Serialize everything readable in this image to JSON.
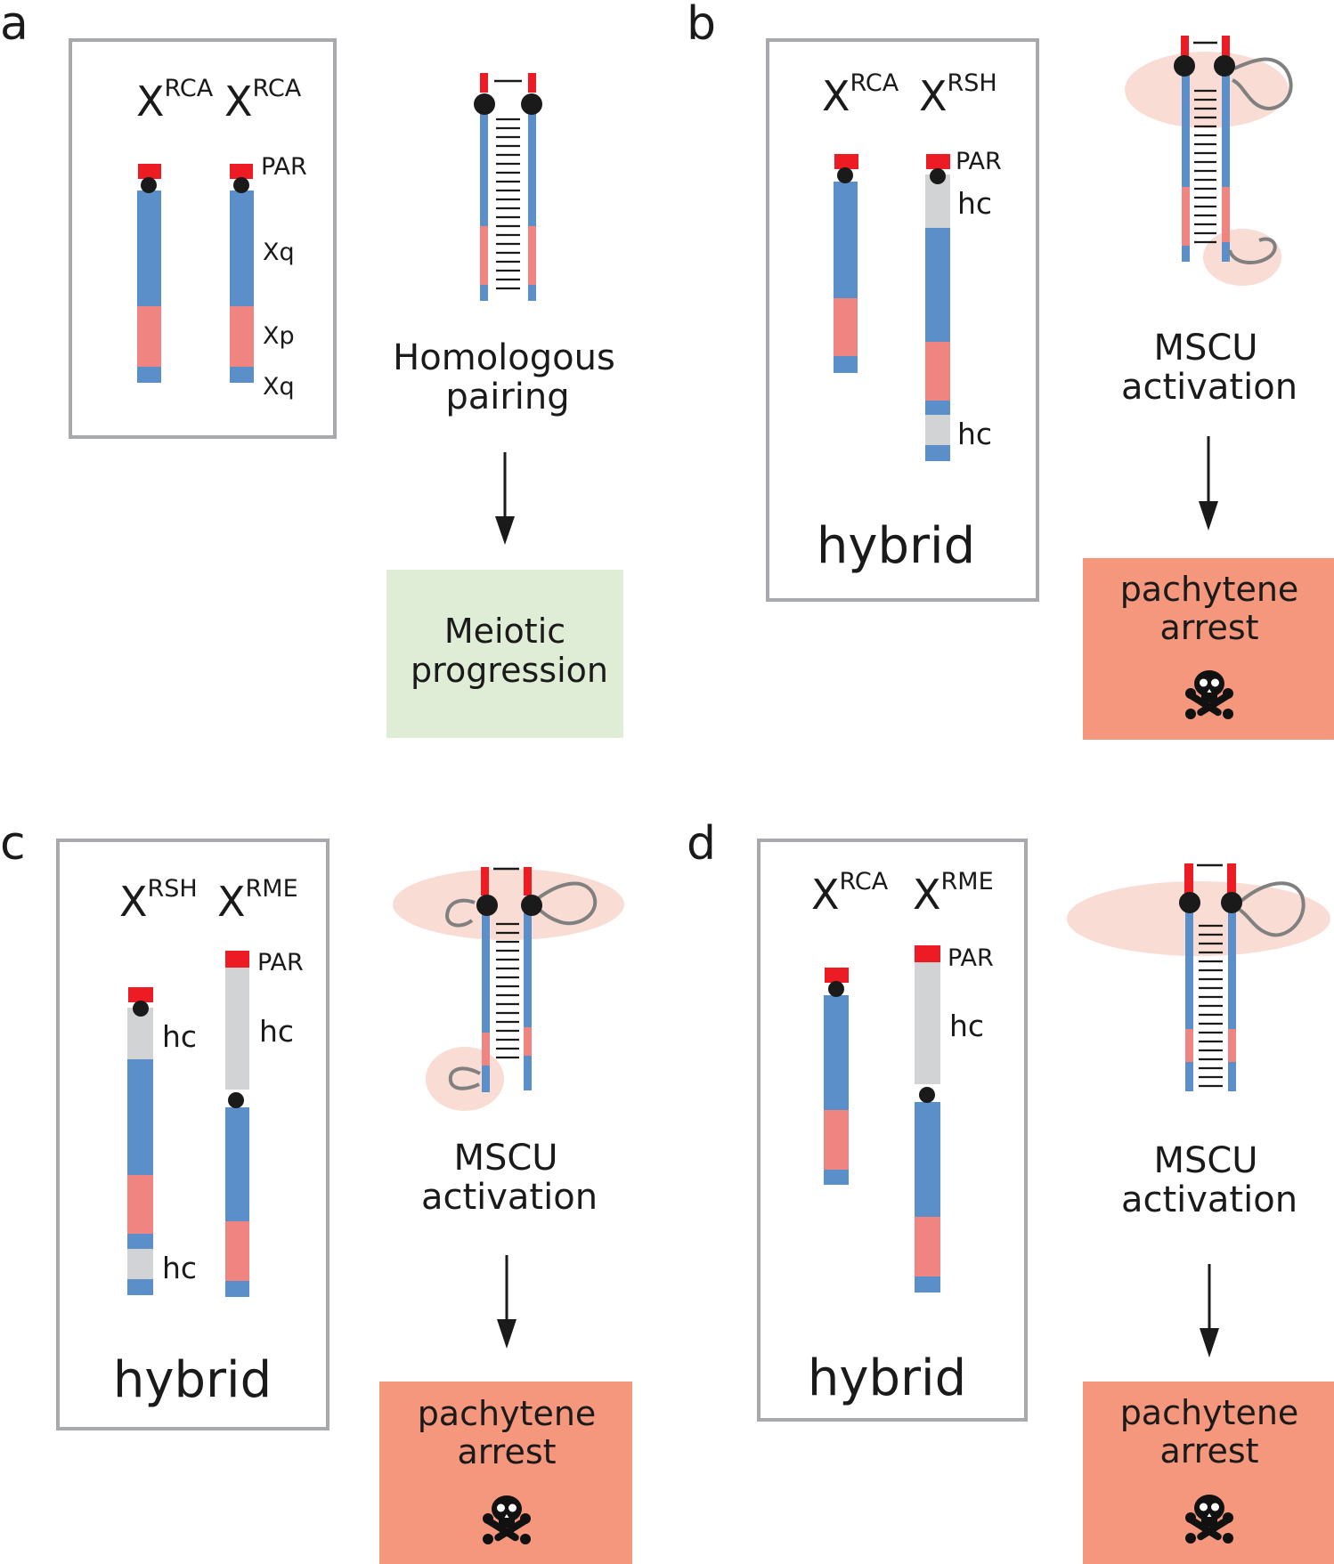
{
  "colors": {
    "blue": "#5b8fca",
    "pink": "#f08480",
    "red": "#ed1c24",
    "gray": "#d1d3d4",
    "halo": "#f9dcd4",
    "loop": "#808080",
    "box_stroke": "#a7a9ac",
    "progression_fill": "#dfedd6",
    "arrest_fill": "#f4977c"
  },
  "icons": {
    "arrest": "skull-crossbones-icon"
  },
  "panels": [
    {
      "letter": "a",
      "chromosomes": [
        {
          "base": "X",
          "sup": "RCA"
        },
        {
          "base": "X",
          "sup": "RCA"
        }
      ],
      "segment_labels": [
        "PAR",
        "Xq",
        "Xp",
        "Xq"
      ],
      "hybrid_label": "",
      "caption": [
        "Homologous",
        "pairing"
      ],
      "outcome": [
        "Meiotic",
        "progression"
      ]
    },
    {
      "letter": "b",
      "chromosomes": [
        {
          "base": "X",
          "sup": "RCA"
        },
        {
          "base": "X",
          "sup": "RSH"
        }
      ],
      "segment_labels": [
        "PAR",
        "hc",
        "hc"
      ],
      "hybrid_label": "hybrid",
      "caption": [
        "MSCU",
        "activation"
      ],
      "outcome": [
        "pachytene",
        "arrest"
      ]
    },
    {
      "letter": "c",
      "chromosomes": [
        {
          "base": "X",
          "sup": "RSH"
        },
        {
          "base": "X",
          "sup": "RME"
        }
      ],
      "segment_labels": [
        "PAR",
        "hc",
        "hc",
        "hc"
      ],
      "hybrid_label": "hybrid",
      "caption": [
        "MSCU",
        "activation"
      ],
      "outcome": [
        "pachytene",
        "arrest"
      ]
    },
    {
      "letter": "d",
      "chromosomes": [
        {
          "base": "X",
          "sup": "RCA"
        },
        {
          "base": "X",
          "sup": "RME"
        }
      ],
      "segment_labels": [
        "PAR",
        "hc"
      ],
      "hybrid_label": "hybrid",
      "caption": [
        "MSCU",
        "activation"
      ],
      "outcome": [
        "pachytene",
        "arrest"
      ]
    }
  ]
}
